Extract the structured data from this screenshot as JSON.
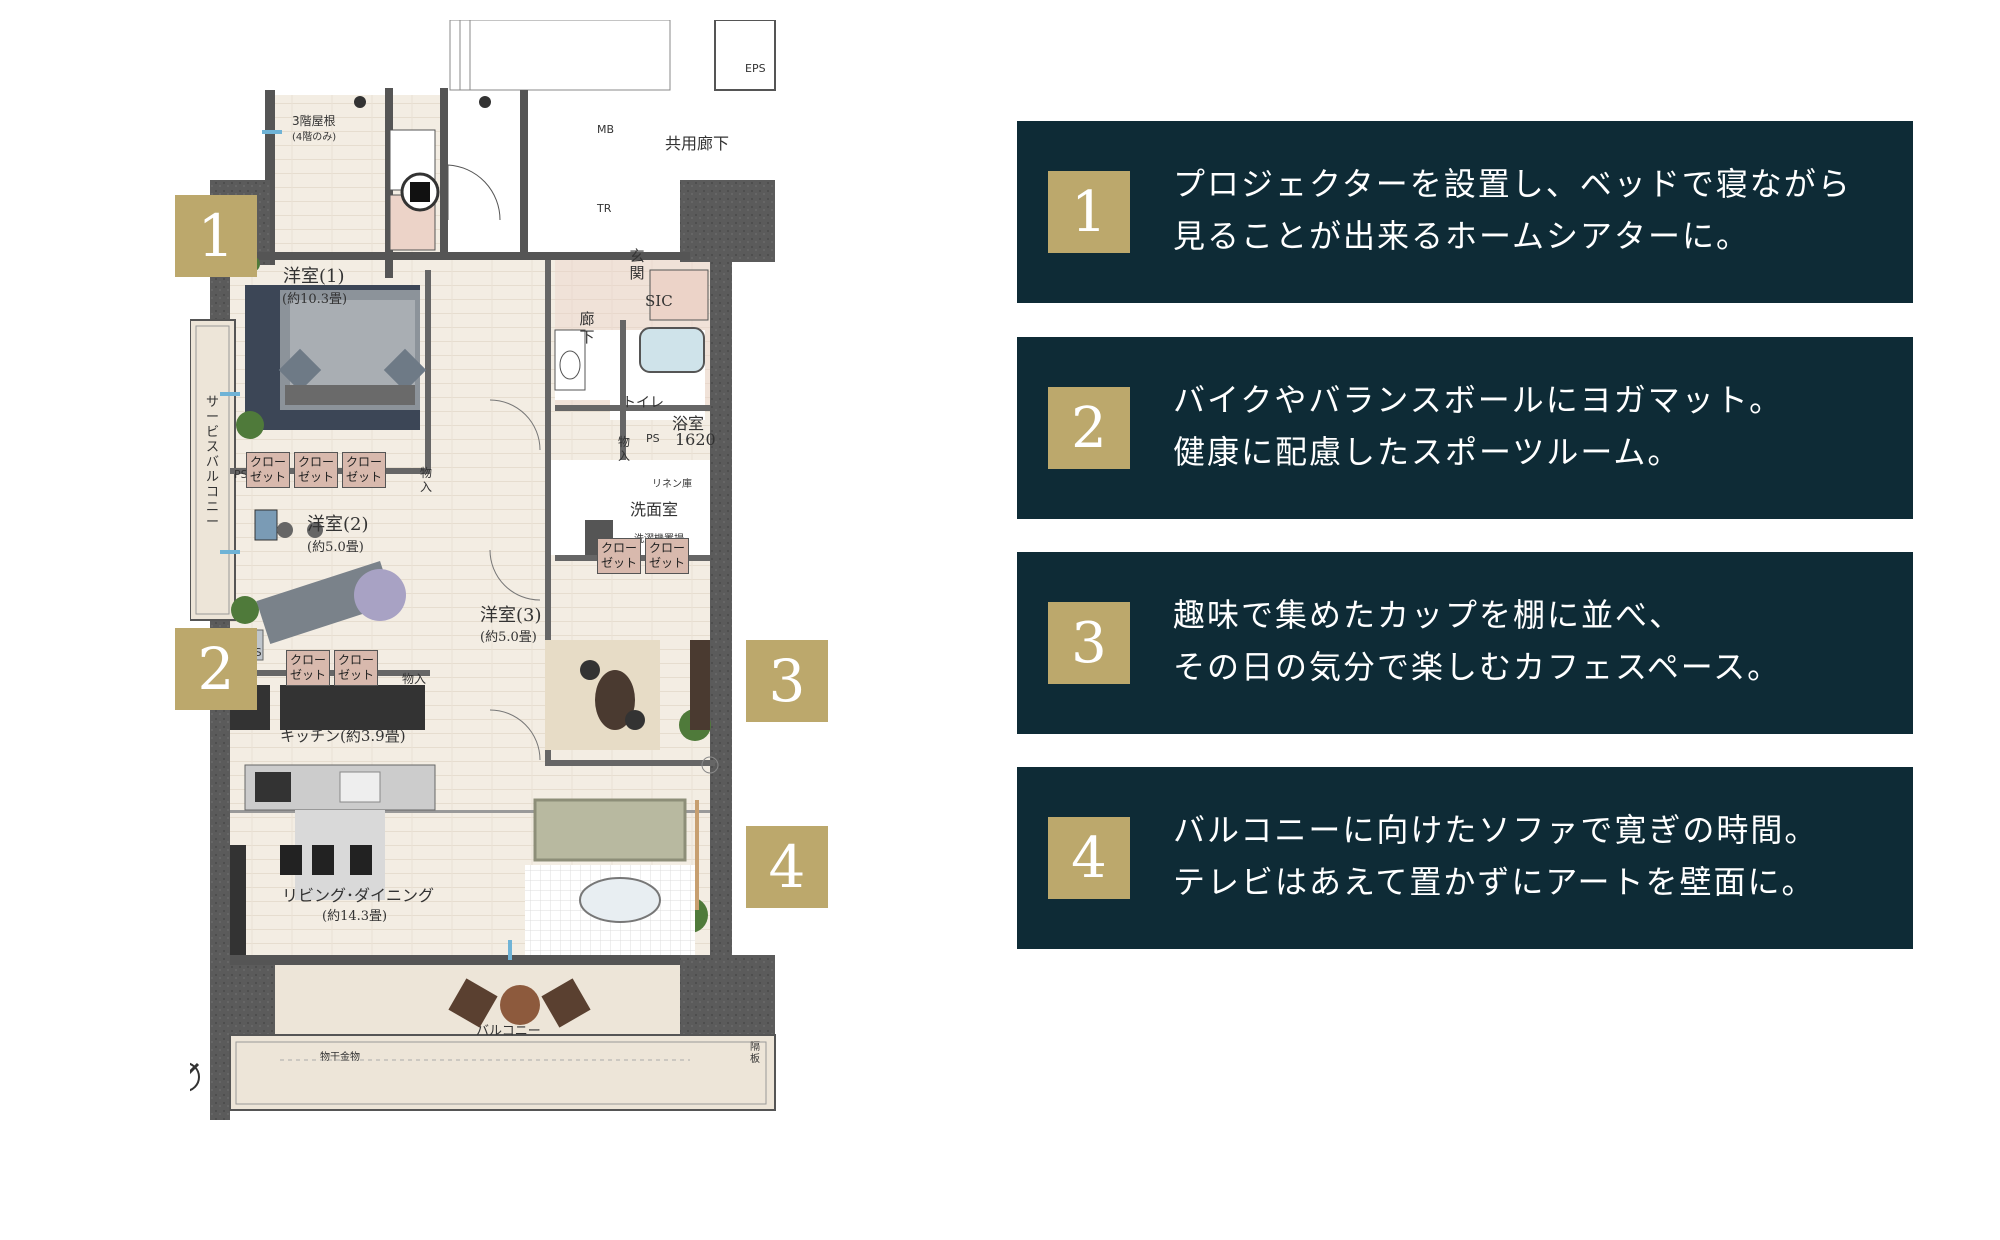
{
  "plan": {
    "labels": {
      "eps": "EPS",
      "roof": "3階屋根",
      "roof_note": "(4階のみ)",
      "mb": "MB",
      "tr": "TR",
      "corridor_shared": "共用廊下",
      "entrance": "玄関",
      "sic": "SIC",
      "hallway": "廊下",
      "toilet": "トイレ",
      "bath": "浴室",
      "bath_size": "1620",
      "storage": "物入",
      "ps": "PS",
      "linen": "リネン庫",
      "washroom": "洗面室",
      "laundry": "洗濯機置場",
      "closet": "クローゼット",
      "service_balcony": "サービスバルコニー",
      "room1": "洋室(1)",
      "room1_size": "(約10.3畳)",
      "room2": "洋室(2)",
      "room2_size": "(約5.0畳)",
      "room3": "洋室(3)",
      "room3_size": "(約5.0畳)",
      "kitchen": "キッチン(約3.9畳)",
      "living": "リビング･ダイニング",
      "living_size": "(約14.3畳)",
      "balcony": "バルコニー",
      "drying": "物干金物",
      "partition": "隔板"
    },
    "badges": [
      "1",
      "2",
      "3",
      "4"
    ]
  },
  "features": [
    {
      "num": "1",
      "line1": "プロジェクターを設置し、ベッドで寝ながら",
      "line2": "見ることが出来るホームシアターに。"
    },
    {
      "num": "2",
      "line1": "バイクやバランスボールにヨガマット。",
      "line2": "健康に配慮したスポーツルーム。"
    },
    {
      "num": "3",
      "line1": "趣味で集めたカップを棚に並べ、",
      "line2": "その日の気分で楽しむカフェスペース。"
    },
    {
      "num": "4",
      "line1": "バルコニーに向けたソファで寛ぎの時間。",
      "line2": "テレビはあえて置かずにアートを壁面に。"
    }
  ],
  "colors": {
    "card_bg": "#0e2b36",
    "badge_gold": "#bca86c",
    "wall": "#5a5a5a",
    "floor": "#f2ece2",
    "tile": "#ecd3c8"
  }
}
